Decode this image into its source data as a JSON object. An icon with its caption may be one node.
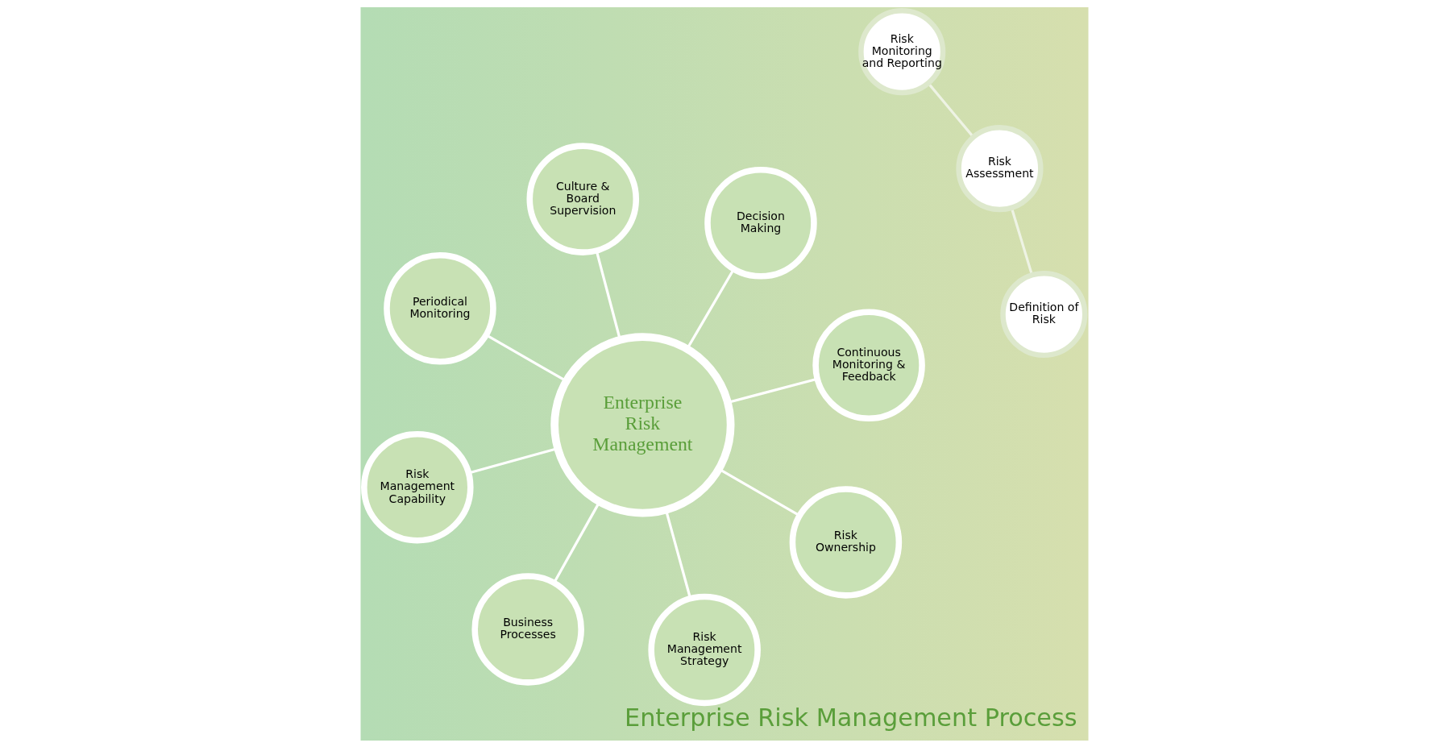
{
  "diagram": {
    "title": "Enterprise Risk Management Process",
    "nodes": [
      {
        "text": [
          "Enterprise Risk Management"
        ]
      },
      {
        "text": [
          "Continuous Monitoring & Feedback"
        ]
      },
      {
        "text": [
          "Business Processes"
        ]
      },
      {
        "text": [
          "Periodical Monitoring"
        ]
      },
      {
        "text": [
          "Decision Making"
        ]
      },
      {
        "text": [
          "Culture & Board Supervision"
        ]
      },
      {
        "text": [
          "Risk Management Capability"
        ]
      },
      {
        "text": [
          "Risk Ownership"
        ]
      },
      {
        "text": [
          "Risk Management Strategy"
        ]
      },
      {
        "text": [
          "Risk Monitoring and Reporting"
        ]
      },
      {
        "text": [
          "Risk Assessment"
        ]
      },
      {
        "text": [
          "Definition of Risk"
        ]
      }
    ],
    "edges": [
      {
        "from": 0,
        "to": 1,
        "arrow": "none"
      },
      {
        "from": 0,
        "to": 2,
        "arrow": "none"
      },
      {
        "from": 0,
        "to": 3,
        "arrow": "none"
      },
      {
        "from": 0,
        "to": 4,
        "arrow": "none"
      },
      {
        "from": 0,
        "to": 5,
        "arrow": "none"
      },
      {
        "from": 0,
        "to": 6,
        "arrow": "none"
      },
      {
        "from": 0,
        "to": 7,
        "arrow": "none"
      },
      {
        "from": 0,
        "to": 8,
        "arrow": "none"
      },
      {
        "from": 9,
        "to": 10,
        "arrow": "none"
      },
      {
        "from": 10,
        "to": 11,
        "arrow": "none"
      }
    ]
  }
}
